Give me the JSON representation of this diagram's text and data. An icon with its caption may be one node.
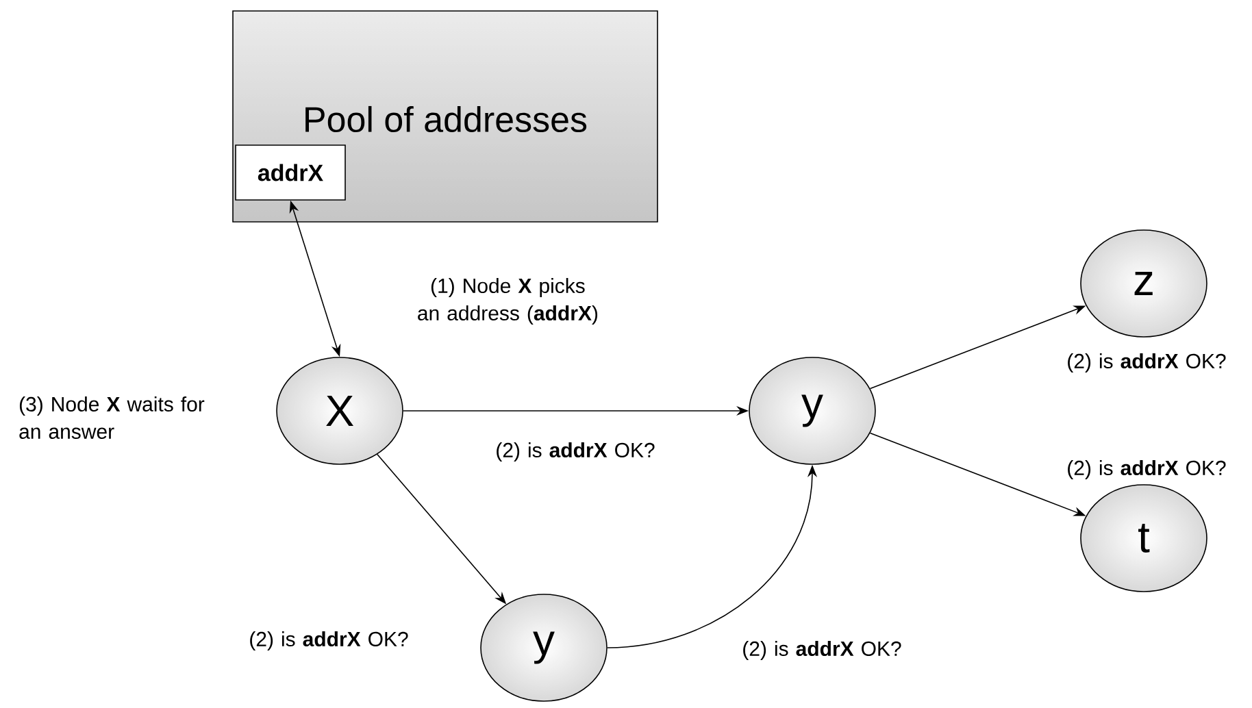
{
  "diagram": {
    "nodes": [
      {
        "text": [
          "Pool of addresses"
        ]
      },
      {
        "text": [
          "addrX"
        ],
        "in": 0
      },
      {
        "text": [
          "X"
        ],
        "beside": [
          "(3) Node **X** waits for an answer"
        ]
      },
      {
        "text": [
          "y"
        ]
      },
      {
        "text": [
          "z"
        ]
      },
      {
        "text": [
          "t"
        ]
      },
      {
        "text": [
          "y"
        ]
      }
    ],
    "edges": [
      {
        "from": 1,
        "to": 2,
        "arrow": "both",
        "label": "(1) Node **X** picks an address (**addrX**)"
      },
      {
        "from": 2,
        "to": 3,
        "arrow": "to",
        "label": "(2) is **addrX** OK?"
      },
      {
        "from": 2,
        "to": 6,
        "arrow": "to",
        "label": "(2) is **addrX** OK?"
      },
      {
        "from": 6,
        "to": 3,
        "arrow": "to",
        "label": "(2) is **addrX** OK?"
      },
      {
        "from": 3,
        "to": 4,
        "arrow": "to",
        "label": "(2) is **addrX** OK?"
      },
      {
        "from": 3,
        "to": 5,
        "arrow": "to",
        "label": "(2) is **addrX** OK?"
      }
    ]
  }
}
